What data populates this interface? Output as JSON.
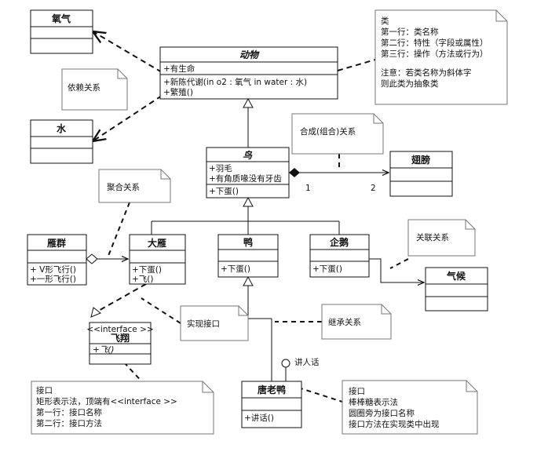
{
  "classes": {
    "oxygen": {
      "name": "氧气"
    },
    "water": {
      "name": "水"
    },
    "animal": {
      "name": "动物",
      "attributes": [
        "+有生命"
      ],
      "operations": [
        "+新陈代谢(in o2 : 氧气  in water : 水)",
        "+繁殖()"
      ]
    },
    "bird": {
      "name": "鸟",
      "attributes": [
        "+羽毛",
        "+有角质喙没有牙齿"
      ],
      "operations": [
        "+下蛋()"
      ]
    },
    "wing": {
      "name": "翅膀"
    },
    "flock": {
      "name": "雁群",
      "operations": [
        "+ V形飞行()",
        "+一形飞行()"
      ]
    },
    "goose": {
      "name": "大雁",
      "operations": [
        "+下蛋()",
        "+飞()"
      ]
    },
    "duck": {
      "name": "鸭",
      "operations": [
        "+下蛋()"
      ]
    },
    "penguin": {
      "name": "企鹅",
      "operations": [
        "+下蛋()"
      ]
    },
    "climate": {
      "name": "气候"
    },
    "fly": {
      "stereotype": "<<interface >>",
      "name": "飞翔",
      "operations": [
        "+飞()"
      ]
    },
    "donald": {
      "name": "唐老鸭",
      "operations": [
        "+讲话()"
      ]
    }
  },
  "notes": {
    "dependency": "依赖关系",
    "class_desc": [
      "类",
      "第一行：类名称",
      "第二行：特性（字段或属性）",
      "第三行：操作（方法或行为）",
      "",
      "注意：若类名称为斜体字",
      "则此类为抽象类"
    ],
    "composition": "合成(组合)关系",
    "aggregation": "聚合关系",
    "association": "关联关系",
    "realize": "实现接口",
    "inherit": "继承关系",
    "interface_rect": [
      "接口",
      "矩形表示法，顶端有<<interface >>",
      "第一行：接口名称",
      "第二行：接口方法"
    ],
    "interface_lollipop": [
      "接口",
      "棒棒糖表示法",
      "圆圈旁为接口名称",
      "接口方法在实现类中出现"
    ]
  },
  "labels": {
    "multiplicity_1": "1",
    "multiplicity_2": "2",
    "lollipop_name": "讲人话"
  }
}
